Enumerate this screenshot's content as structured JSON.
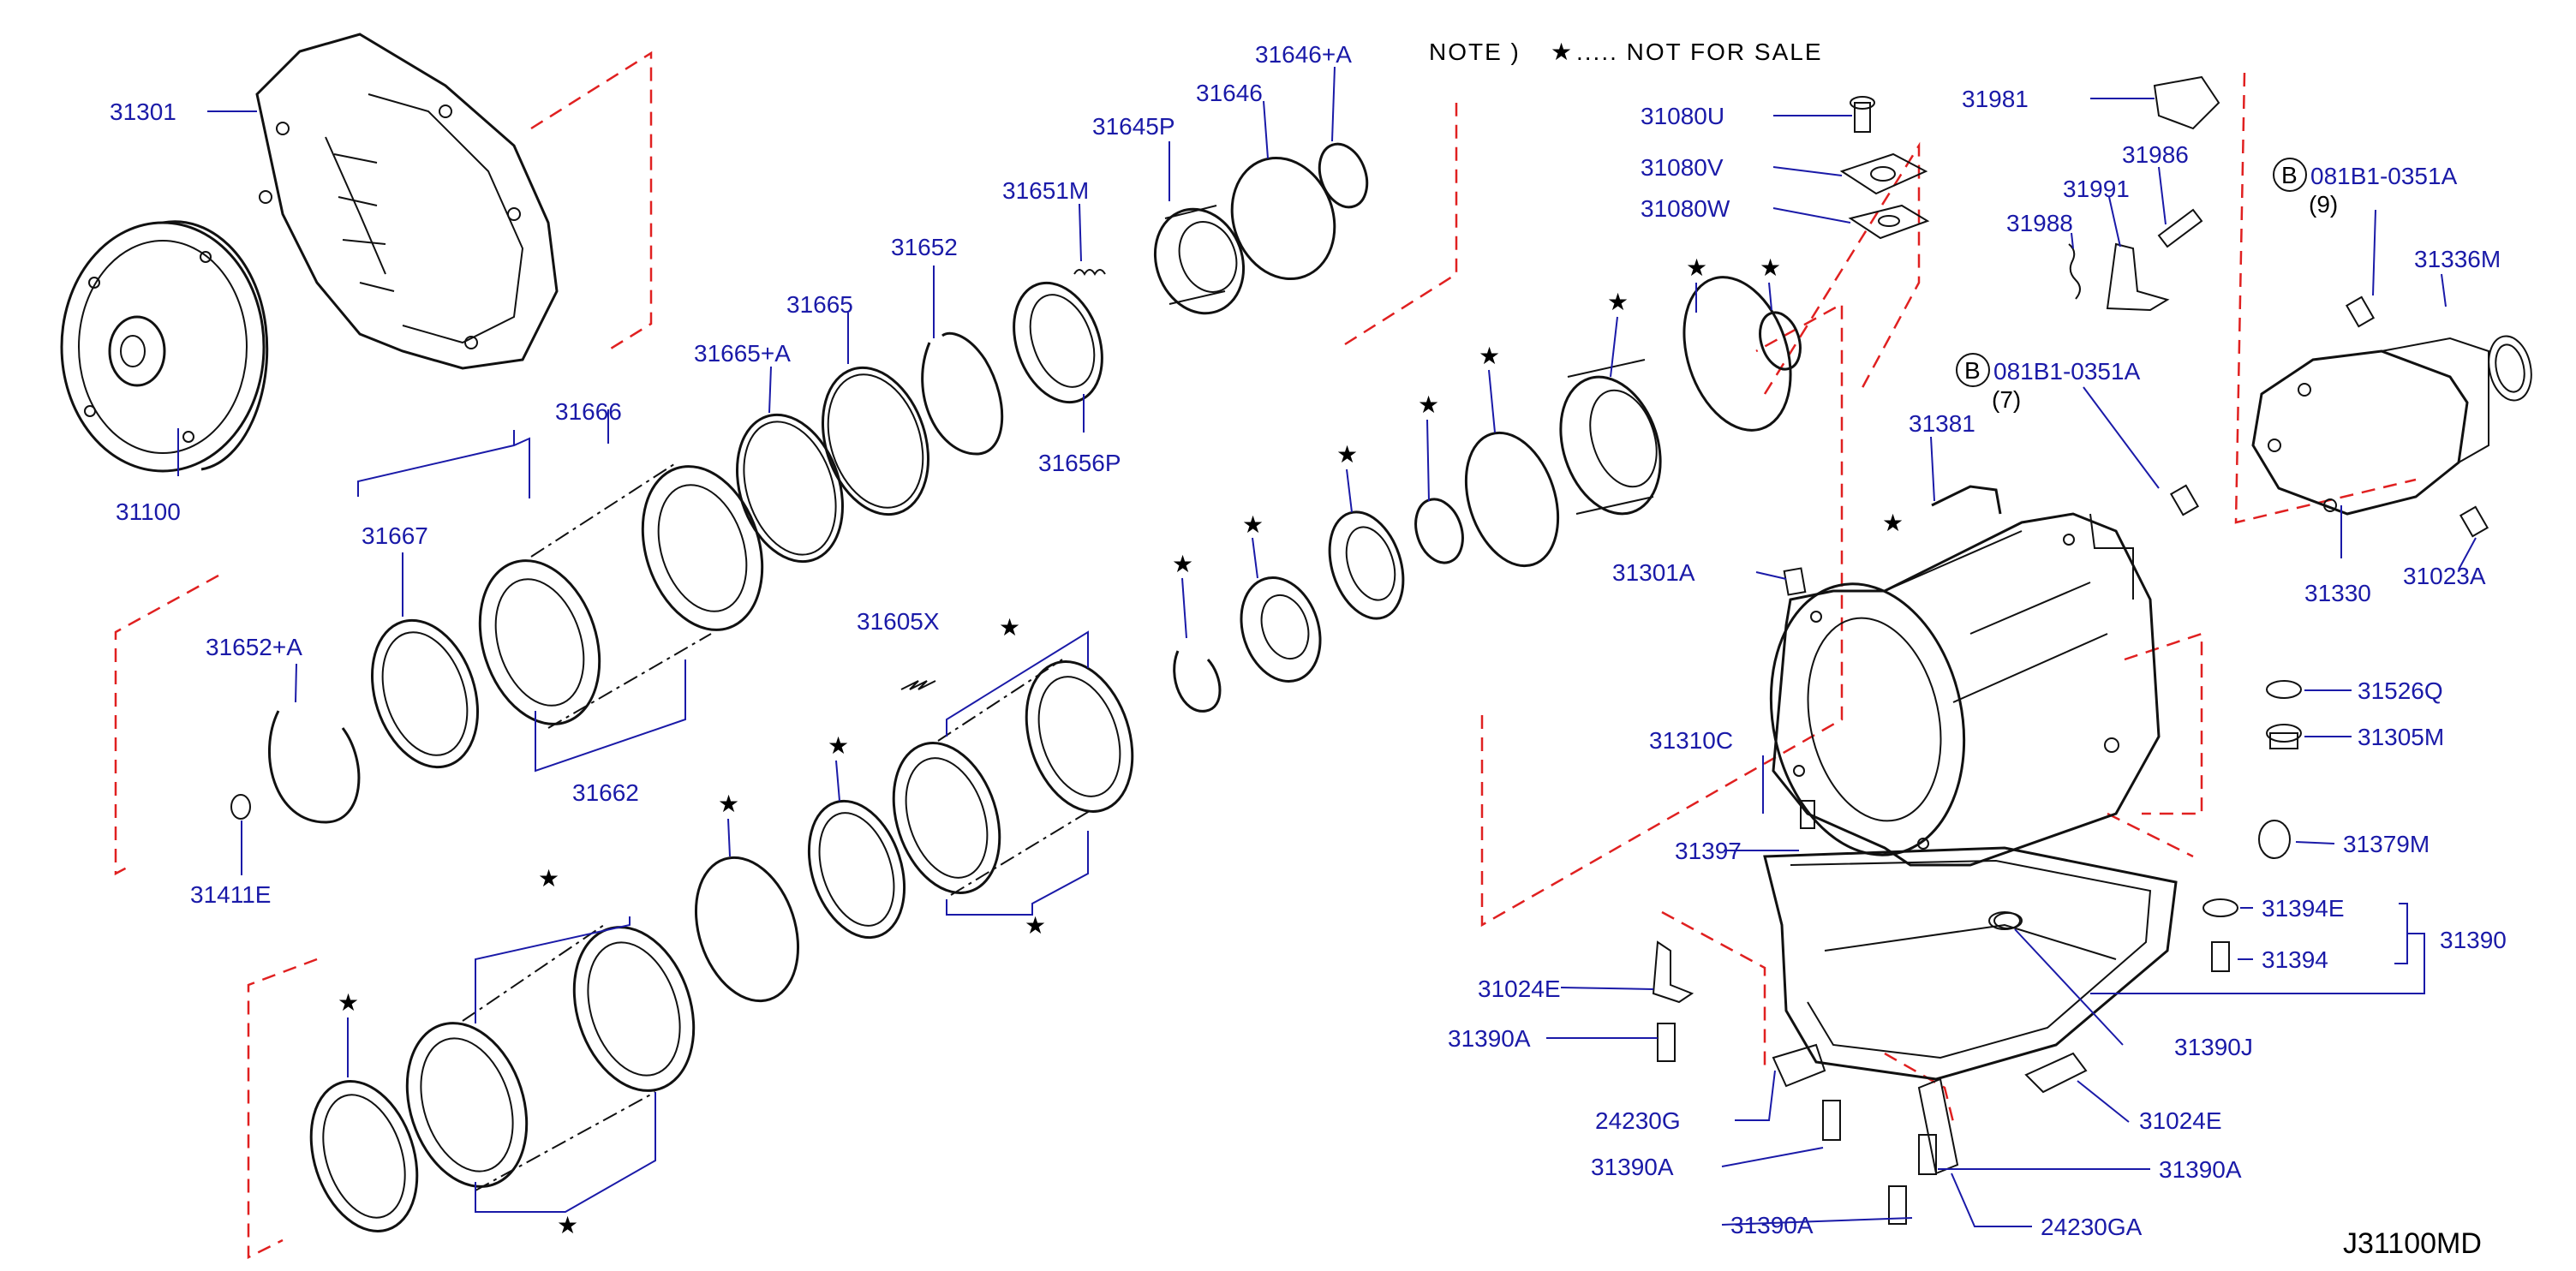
{
  "note": {
    "prefix": "NOTE )",
    "star": "★",
    "text": "..... NOT FOR SALE"
  },
  "diagram_code": "J31100MD",
  "colors": {
    "label": "#1a1aa8",
    "cutline": "#e02020",
    "linework": "#111111"
  },
  "parts": {
    "p31301": "31301",
    "p31100": "31100",
    "p31646A": "31646+A",
    "p31646": "31646",
    "p31645P": "31645P",
    "p31651M": "31651M",
    "p31652": "31652",
    "p31665": "31665",
    "p31665A": "31665+A",
    "p31666": "31666",
    "p31656P": "31656P",
    "p31667": "31667",
    "p31652A": "31652+A",
    "p31662": "31662",
    "p31411E": "31411E",
    "p31605X": "31605X",
    "p31080U": "31080U",
    "p31080V": "31080V",
    "p31080W": "31080W",
    "p31981": "31981",
    "p31986": "31986",
    "p31991": "31991",
    "p31988": "31988",
    "p081B1_9": "081B1-0351A",
    "qty9": "(9)",
    "p31336M": "31336M",
    "p081B1_7": "081B1-0351A",
    "qty7": "(7)",
    "p31381": "31381",
    "p31301A": "31301A",
    "p31330": "31330",
    "p31023A": "31023A",
    "p31526Q": "31526Q",
    "p31305M": "31305M",
    "p31310C": "31310C",
    "p31379M": "31379M",
    "p31397": "31397",
    "p31394E": "31394E",
    "p31390": "31390",
    "p31394": "31394",
    "p31024E_l": "31024E",
    "p31390A_1": "31390A",
    "p31390J": "31390J",
    "p24230G": "24230G",
    "p31024E_r": "31024E",
    "p31390A_2": "31390A",
    "p31390A_3": "31390A",
    "p31390A_4": "31390A",
    "p24230GA": "24230GA",
    "circleB": "B"
  }
}
